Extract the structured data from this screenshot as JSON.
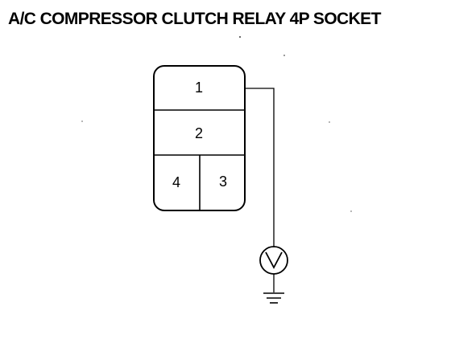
{
  "title": "A/C COMPRESSOR CLUTCH RELAY 4P SOCKET",
  "socket": {
    "pins": [
      {
        "id": "1",
        "label": "1"
      },
      {
        "id": "2",
        "label": "2"
      },
      {
        "id": "4",
        "label": "4"
      },
      {
        "id": "3",
        "label": "3"
      }
    ]
  },
  "test_connection": {
    "from_pin": "1",
    "instrument_icon": "voltmeter-icon",
    "return_icon": "ground-icon"
  },
  "colors": {
    "ink": "#000000",
    "background": "#ffffff"
  }
}
